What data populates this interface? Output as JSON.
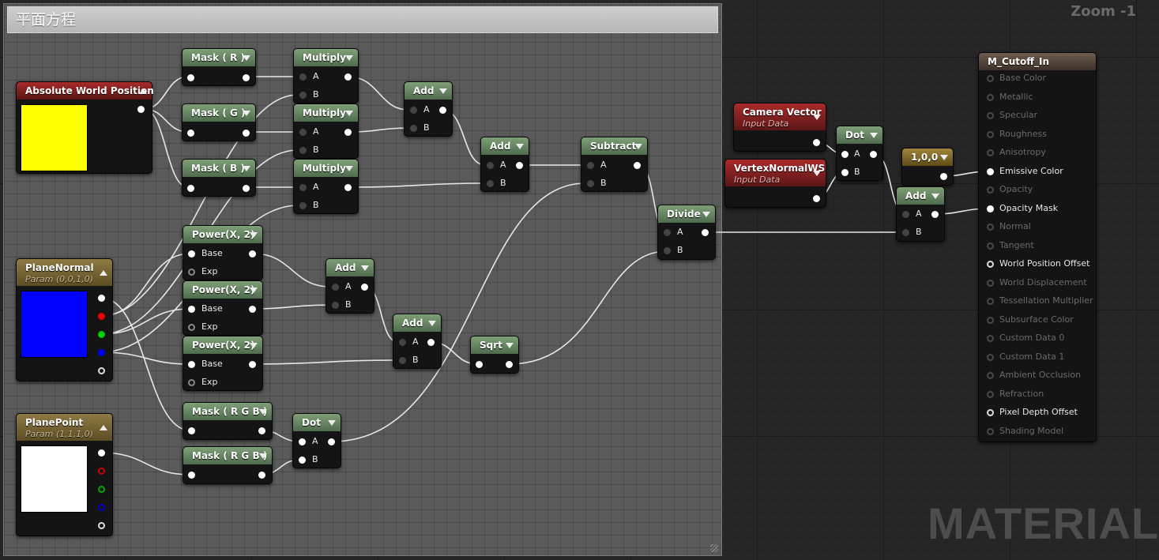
{
  "comment": {
    "title": "平面方程"
  },
  "zoom_label": "Zoom -1",
  "watermark": "MATERIAL",
  "colors": {
    "yellow": "#ffff00",
    "blue": "#0000ff",
    "white": "#ffffff"
  },
  "nodes": {
    "awp": {
      "title": "Absolute World Position"
    },
    "mask_r": {
      "title": "Mask ( R )"
    },
    "mask_g": {
      "title": "Mask ( G )"
    },
    "mask_b": {
      "title": "Mask ( B )"
    },
    "mul1": {
      "title": "Multiply",
      "a": "A",
      "b": "B"
    },
    "mul2": {
      "title": "Multiply",
      "a": "A",
      "b": "B"
    },
    "mul3": {
      "title": "Multiply",
      "a": "A",
      "b": "B"
    },
    "add1": {
      "title": "Add",
      "a": "A",
      "b": "B"
    },
    "add2": {
      "title": "Add",
      "a": "A",
      "b": "B"
    },
    "subtract": {
      "title": "Subtract",
      "a": "A",
      "b": "B"
    },
    "divide": {
      "title": "Divide",
      "a": "A",
      "b": "B"
    },
    "pow1": {
      "title": "Power(X, 2)",
      "base": "Base",
      "exp": "Exp"
    },
    "pow2": {
      "title": "Power(X, 2)",
      "base": "Base",
      "exp": "Exp"
    },
    "pow3": {
      "title": "Power(X, 2)",
      "base": "Base",
      "exp": "Exp"
    },
    "add3": {
      "title": "Add",
      "a": "A",
      "b": "B"
    },
    "add4": {
      "title": "Add",
      "a": "A",
      "b": "B"
    },
    "sqrt": {
      "title": "Sqrt"
    },
    "plane_normal": {
      "title": "PlaneNormal",
      "subtitle": "Param (0,0,1,0)"
    },
    "plane_point": {
      "title": "PlanePoint",
      "subtitle": "Param (1,1,1,0)"
    },
    "mask_rgb1": {
      "title": "Mask ( R G B )"
    },
    "mask_rgb2": {
      "title": "Mask ( R G B )"
    },
    "dot1": {
      "title": "Dot",
      "a": "A",
      "b": "B"
    },
    "camera_vector": {
      "title": "Camera Vector",
      "subtitle": "Input Data"
    },
    "vertex_normal": {
      "title": "VertexNormalWS",
      "subtitle": "Input Data"
    },
    "dot2": {
      "title": "Dot",
      "a": "A",
      "b": "B"
    },
    "const_100": {
      "title": "1,0,0"
    },
    "add5": {
      "title": "Add",
      "a": "A",
      "b": "B"
    }
  },
  "material": {
    "title": "M_Cutoff_In",
    "pins": [
      {
        "label": "Base Color",
        "active": false
      },
      {
        "label": "Metallic",
        "active": false
      },
      {
        "label": "Specular",
        "active": false
      },
      {
        "label": "Roughness",
        "active": false
      },
      {
        "label": "Anisotropy",
        "active": false
      },
      {
        "label": "Emissive Color",
        "active": true
      },
      {
        "label": "Opacity",
        "active": false
      },
      {
        "label": "Opacity Mask",
        "active": true
      },
      {
        "label": "Normal",
        "active": false
      },
      {
        "label": "Tangent",
        "active": false
      },
      {
        "label": "World Position Offset",
        "active": true
      },
      {
        "label": "World Displacement",
        "active": false
      },
      {
        "label": "Tessellation Multiplier",
        "active": false
      },
      {
        "label": "Subsurface Color",
        "active": false
      },
      {
        "label": "Custom Data 0",
        "active": false
      },
      {
        "label": "Custom Data 1",
        "active": false
      },
      {
        "label": "Ambient Occlusion",
        "active": false
      },
      {
        "label": "Refraction",
        "active": false
      },
      {
        "label": "Pixel Depth Offset",
        "active": true
      },
      {
        "label": "Shading Model",
        "active": false
      }
    ]
  }
}
